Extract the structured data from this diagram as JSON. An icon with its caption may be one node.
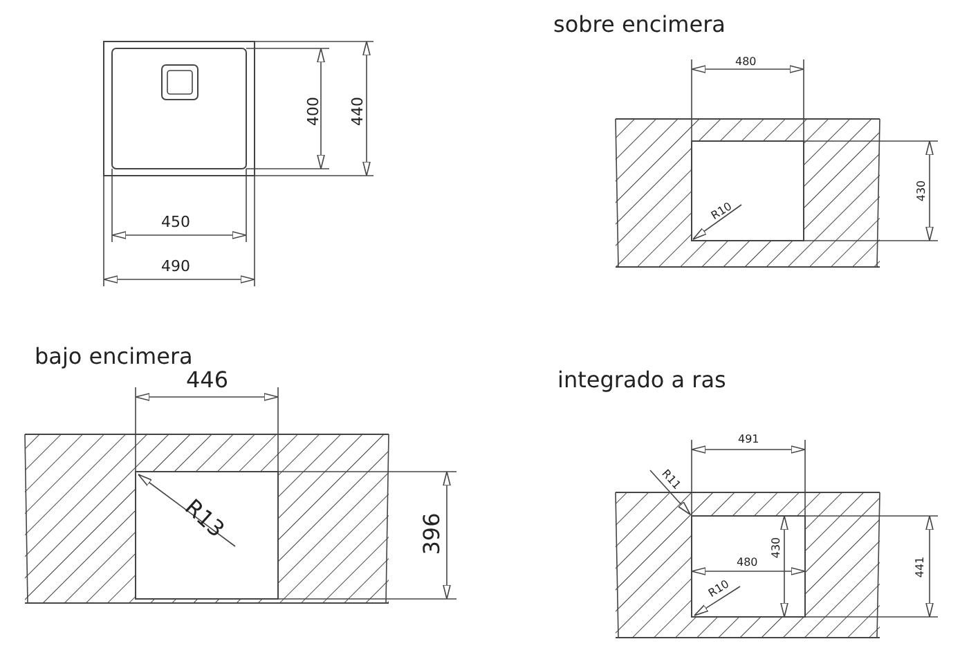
{
  "diagram": {
    "labels": [
      "400",
      "440",
      "450",
      "490",
      "sobre encimera",
      "480",
      "430",
      "R10",
      "bajo encimera",
      "446",
      "R13",
      "396",
      "integrado a ras",
      "491",
      "R11",
      "430",
      "480",
      "R10",
      "441"
    ]
  }
}
